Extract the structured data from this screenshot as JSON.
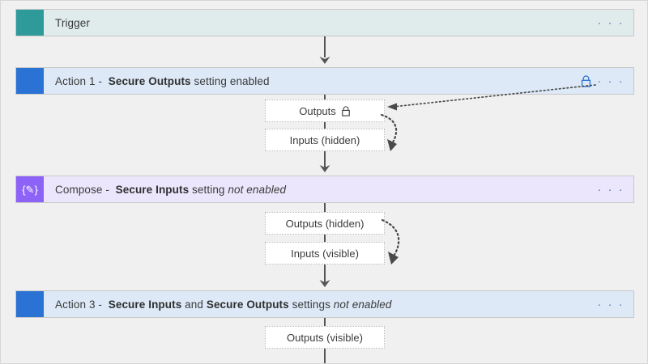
{
  "diagram": {
    "title": "Logic Apps secure inputs and outputs flow",
    "background_color": "#f0f0f0",
    "border_color": "#d6d6d6"
  },
  "colors": {
    "trigger_accent": "#2e9a9a",
    "trigger_body": "#dfeceb",
    "action_accent": "#2a72d4",
    "action_body": "#dde9f7",
    "compose_accent": "#8c62f7",
    "compose_body": "#ece6fc",
    "menu_dots": "#5b7cba",
    "lock_blue": "#2a72d4",
    "connector": "#555555",
    "pill_border": "#b9b9b9"
  },
  "cards": [
    {
      "id": "trigger",
      "icon_name": "trigger-square-icon",
      "icon_glyph": "",
      "label_plain": "Trigger",
      "label_html": "Trigger",
      "menu_label": "· · ·",
      "has_lock": false
    },
    {
      "id": "action-1",
      "icon_name": "action-square-icon",
      "icon_glyph": "",
      "label_plain": "Action 1 - Secure Outputs setting enabled",
      "label_html": "Action 1 -&nbsp; <b>Secure Outputs</b> setting enabled",
      "menu_label": "· · ·",
      "has_lock": true,
      "lock_icon_name": "lock-icon"
    },
    {
      "id": "compose",
      "icon_name": "compose-braces-icon",
      "icon_glyph": "{✎}",
      "label_plain": "Compose - Secure Inputs setting not enabled",
      "label_html": "Compose -&nbsp; <b>Secure Inputs</b> setting <i>not enabled</i>",
      "menu_label": "· · ·",
      "has_lock": false
    },
    {
      "id": "action-3",
      "icon_name": "action-square-icon",
      "icon_glyph": "",
      "label_plain": "Action 3 - Secure Inputs and Secure Outputs settings not enabled",
      "label_html": "Action 3 -&nbsp; <b>Secure Inputs</b> and <b>Secure Outputs</b> settings <i>not enabled</i>",
      "menu_label": "· · ·",
      "has_lock": false
    }
  ],
  "pills": [
    {
      "id": "action1-outputs",
      "text": "Outputs",
      "has_lock_glyph": true
    },
    {
      "id": "action1-inputs",
      "text": "Inputs (hidden)",
      "has_lock_glyph": false
    },
    {
      "id": "compose-outputs",
      "text": "Outputs (hidden)",
      "has_lock_glyph": false
    },
    {
      "id": "compose-inputs",
      "text": "Inputs  (visible)",
      "has_lock_glyph": false
    },
    {
      "id": "action3-outputs",
      "text": "Outputs (visible)",
      "has_lock_glyph": false
    }
  ]
}
